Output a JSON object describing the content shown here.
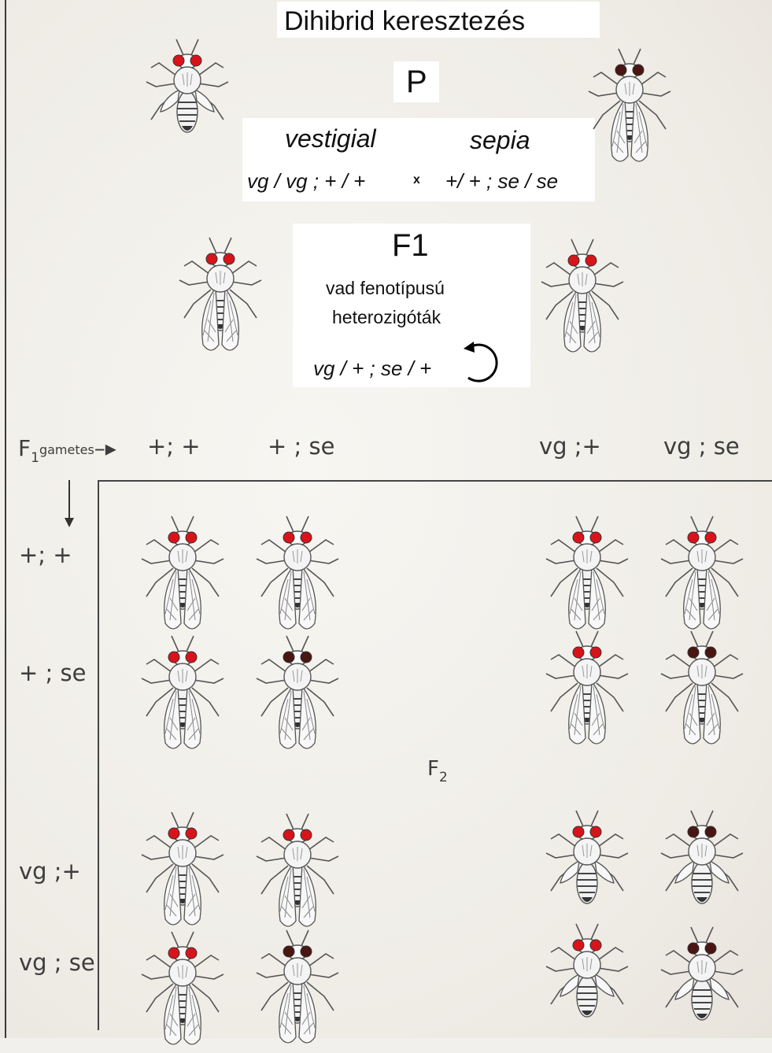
{
  "title": "Dihibrid keresztezés",
  "p_generation": {
    "label": "P",
    "left_name": "vestigial",
    "right_name": "sepia",
    "left_genotype": "vg / vg ; + / +",
    "cross_symbol": "x",
    "right_genotype": "+/ + ; se / se"
  },
  "f1_generation": {
    "label": "F1",
    "description_line1": "vad fenotípusú",
    "description_line2": "heterozigóták",
    "genotype": "vg / + ; se / +",
    "self_cross_icon": "circular-arrow-icon"
  },
  "punnett": {
    "gametes_label_main": "F",
    "gametes_label_sub": "1",
    "gametes_label_word": "gametes",
    "column_headers": [
      "+; +",
      "+ ; se",
      "vg ;+",
      "vg ; se"
    ],
    "row_headers": [
      "+; +",
      "+ ;  se",
      "vg ;+",
      "vg ; se"
    ],
    "offspring_label_main": "F",
    "offspring_label_sub": "2"
  },
  "colors": {
    "eye_red": "#d8141a",
    "eye_dark": "#4a1612",
    "ink": "#111111"
  }
}
